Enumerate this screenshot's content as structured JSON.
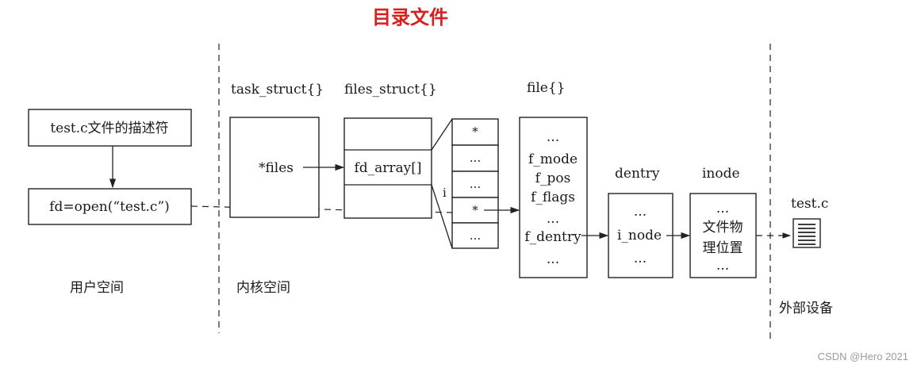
{
  "title": "目录文件",
  "regions": {
    "user_space": "用户空间",
    "kernel_space": "内核空间",
    "external_device": "外部设备"
  },
  "user": {
    "descriptor_box": "test.c文件的描述符",
    "open_call_box": "fd=open(“test.c”)"
  },
  "task_struct": {
    "label": "task_struct{}",
    "field": "*files"
  },
  "files_struct": {
    "label": "files_struct{}",
    "field": "fd_array[]"
  },
  "fd_array": {
    "cells": [
      "*",
      "...",
      "...",
      "*",
      "..."
    ],
    "index_label": "i"
  },
  "file": {
    "label": "file{}",
    "lines": [
      "...",
      "f_mode",
      "f_pos",
      "f_flags",
      "...",
      "f_dentry",
      "..."
    ]
  },
  "dentry": {
    "label": "dentry",
    "lines": [
      "...",
      "i_node",
      "..."
    ]
  },
  "inode": {
    "label": "inode",
    "lines": [
      "...",
      "文件物",
      "理位置",
      "..."
    ]
  },
  "device_file": {
    "label": "test.c",
    "icon": "document-icon"
  },
  "watermark": "CSDN @Hero 2021"
}
